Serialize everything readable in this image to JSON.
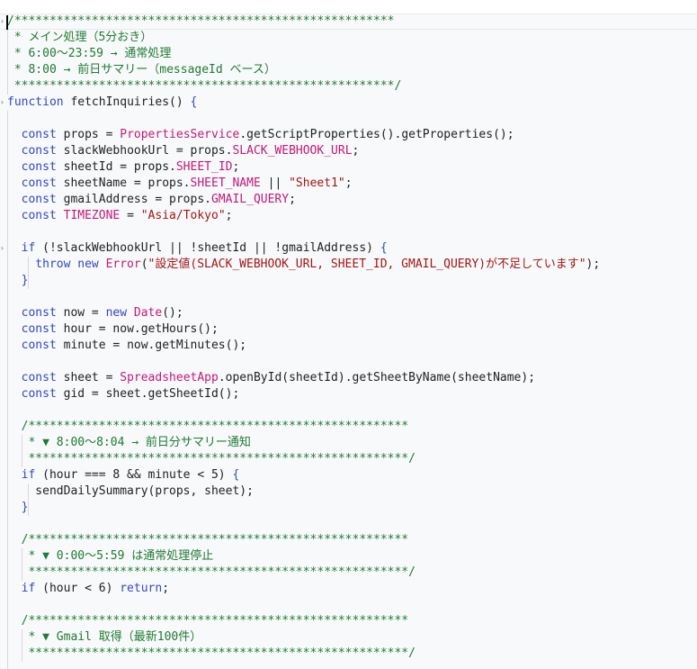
{
  "editor": {
    "lines": [
      [
        [
          "c",
          "/******************************************************"
        ]
      ],
      [
        [
          "c",
          " * メイン処理（5分おき）"
        ]
      ],
      [
        [
          "c",
          " * 6:00〜23:59 → 通常処理"
        ]
      ],
      [
        [
          "c",
          " * 8:00 → 前日サマリー（messageId ベース）"
        ]
      ],
      [
        [
          "c",
          " ******************************************************/"
        ]
      ],
      [
        [
          "k",
          "function"
        ],
        [
          "t",
          " fetchInquiries() "
        ],
        [
          "k",
          "{"
        ]
      ],
      [],
      [
        [
          "k",
          "  const"
        ],
        [
          "t",
          " props = "
        ],
        [
          "p",
          "PropertiesService"
        ],
        [
          "t",
          ".getScriptProperties().getProperties();"
        ]
      ],
      [
        [
          "k",
          "  const"
        ],
        [
          "t",
          " slackWebhookUrl = props."
        ],
        [
          "p",
          "SLACK_WEBHOOK_URL"
        ],
        [
          "t",
          ";"
        ]
      ],
      [
        [
          "k",
          "  const"
        ],
        [
          "t",
          " sheetId = props."
        ],
        [
          "p",
          "SHEET_ID"
        ],
        [
          "t",
          ";"
        ]
      ],
      [
        [
          "k",
          "  const"
        ],
        [
          "t",
          " sheetName = props."
        ],
        [
          "p",
          "SHEET_NAME"
        ],
        [
          "t",
          " || "
        ],
        [
          "s",
          "\"Sheet1\""
        ],
        [
          "t",
          ";"
        ]
      ],
      [
        [
          "k",
          "  const"
        ],
        [
          "t",
          " gmailAddress = props."
        ],
        [
          "p",
          "GMAIL_QUERY"
        ],
        [
          "t",
          ";"
        ]
      ],
      [
        [
          "k",
          "  const"
        ],
        [
          "t",
          " "
        ],
        [
          "p",
          "TIMEZONE"
        ],
        [
          "t",
          " = "
        ],
        [
          "s",
          "\"Asia/Tokyo\""
        ],
        [
          "t",
          ";"
        ]
      ],
      [],
      [
        [
          "k",
          "  if"
        ],
        [
          "t",
          " (!slackWebhookUrl || !sheetId || !gmailAddress) "
        ],
        [
          "k",
          "{"
        ]
      ],
      [
        [
          "k",
          "    throw new"
        ],
        [
          "t",
          " "
        ],
        [
          "p",
          "Error"
        ],
        [
          "t",
          "("
        ],
        [
          "s",
          "\"設定値(SLACK_WEBHOOK_URL, SHEET_ID, GMAIL_QUERY)が不足しています\""
        ],
        [
          "t",
          ");"
        ]
      ],
      [
        [
          "k",
          "  }"
        ]
      ],
      [],
      [
        [
          "k",
          "  const"
        ],
        [
          "t",
          " now = "
        ],
        [
          "k",
          "new"
        ],
        [
          "t",
          " "
        ],
        [
          "p",
          "Date"
        ],
        [
          "t",
          "();"
        ]
      ],
      [
        [
          "k",
          "  const"
        ],
        [
          "t",
          " hour = now.getHours();"
        ]
      ],
      [
        [
          "k",
          "  const"
        ],
        [
          "t",
          " minute = now.getMinutes();"
        ]
      ],
      [],
      [
        [
          "k",
          "  const"
        ],
        [
          "t",
          " sheet = "
        ],
        [
          "p",
          "SpreadsheetApp"
        ],
        [
          "t",
          ".openById(sheetId).getSheetByName(sheetName);"
        ]
      ],
      [
        [
          "k",
          "  const"
        ],
        [
          "t",
          " gid = sheet.getSheetId();"
        ]
      ],
      [],
      [
        [
          "c",
          "  /******************************************************"
        ]
      ],
      [
        [
          "c",
          "   * ▼ 8:00〜8:04 → 前日分サマリー通知"
        ]
      ],
      [
        [
          "c",
          "   ******************************************************/"
        ]
      ],
      [
        [
          "k",
          "  if"
        ],
        [
          "t",
          " (hour === 8 && minute < 5) "
        ],
        [
          "k",
          "{"
        ]
      ],
      [
        [
          "t",
          "    sendDailySummary(props, sheet);"
        ]
      ],
      [
        [
          "k",
          "  }"
        ]
      ],
      [],
      [
        [
          "c",
          "  /******************************************************"
        ]
      ],
      [
        [
          "c",
          "   * ▼ 0:00〜5:59 は通常処理停止"
        ]
      ],
      [
        [
          "c",
          "   ******************************************************/"
        ]
      ],
      [
        [
          "k",
          "  if"
        ],
        [
          "t",
          " (hour < 6) "
        ],
        [
          "k",
          "return"
        ],
        [
          "t",
          ";"
        ]
      ],
      [],
      [
        [
          "c",
          "  /******************************************************"
        ]
      ],
      [
        [
          "c",
          "   * ▼ Gmail 取得（最新100件）"
        ]
      ],
      [
        [
          "c",
          "   ******************************************************/"
        ]
      ]
    ],
    "colors": {
      "keyword": "#3347c4",
      "comment": "#1f7a34",
      "string": "#a31515",
      "identifier": "#c2187a"
    }
  }
}
